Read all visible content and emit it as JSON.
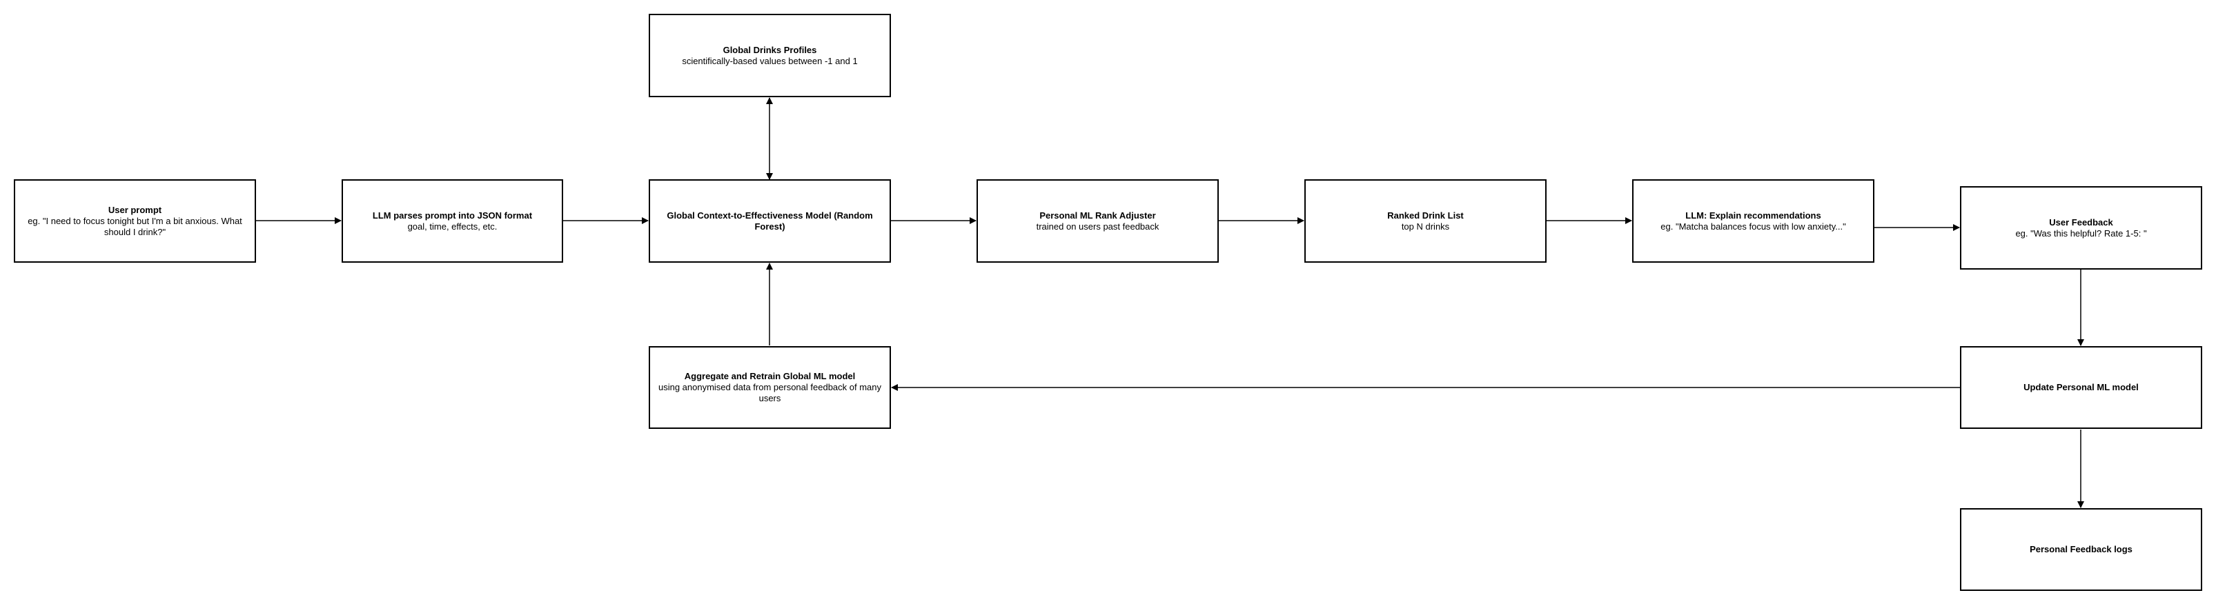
{
  "diagram": {
    "nodes": {
      "user_prompt": {
        "title": "User prompt",
        "subtitle": "eg. \"I need to focus tonight but I'm a bit anxious. What should I drink?\""
      },
      "llm_parse": {
        "title": "LLM parses prompt into JSON format",
        "subtitle": "goal, time, effects, etc."
      },
      "global_profiles": {
        "title": "Global Drinks Profiles",
        "subtitle": "scientifically-based values between -1 and 1"
      },
      "global_model": {
        "title": "Global Context-to-Effectiveness Model (Random Forest)",
        "subtitle": ""
      },
      "aggregate": {
        "title": "Aggregate and Retrain Global ML model",
        "subtitle": "using anonymised data from personal feedback of many users"
      },
      "rank_adjuster": {
        "title": "Personal ML Rank Adjuster",
        "subtitle": "trained on users past feedback"
      },
      "ranked_list": {
        "title": "Ranked Drink List",
        "subtitle": "top N drinks"
      },
      "llm_explain": {
        "title": "LLM: Explain recommendations",
        "subtitle": "eg. \"Matcha balances focus with low anxiety...\""
      },
      "user_feedback": {
        "title": "User Feedback",
        "subtitle": "eg. \"Was this helpful? Rate 1-5: \""
      },
      "update_personal": {
        "title": "Update Personal ML model",
        "subtitle": ""
      },
      "feedback_logs": {
        "title": "Personal Feedback logs",
        "subtitle": ""
      }
    }
  }
}
